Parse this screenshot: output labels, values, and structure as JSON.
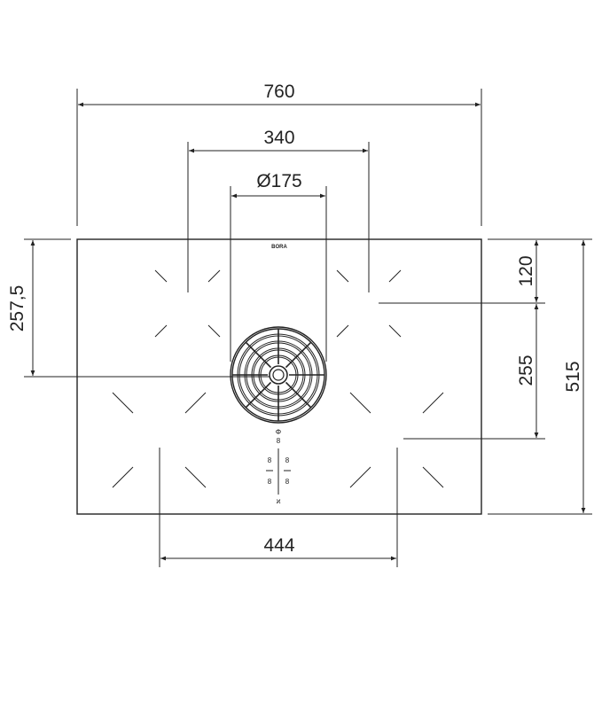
{
  "dimensions": {
    "overall_width": "760",
    "zone_spacing_top": "340",
    "fan_diameter": "Ø175",
    "zone_spacing_bottom": "444",
    "fan_center_from_top": "257,5",
    "top_zone_from_top": "120",
    "zone_vertical_spacing": "255",
    "overall_depth": "515"
  },
  "logo": "BORA",
  "controls": {
    "power_symbol": "Φ",
    "digit": "8",
    "zone_digits": [
      "8",
      "8",
      "8",
      "8"
    ],
    "extract_symbol": "ϰ"
  }
}
